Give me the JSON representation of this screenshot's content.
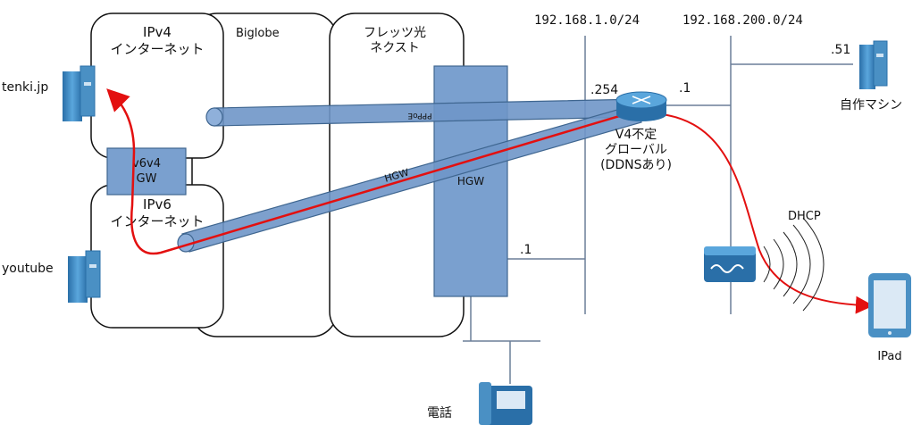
{
  "clouds": {
    "ipv4_internet": {
      "line1": "IPv4",
      "line2": "インターネット"
    },
    "ipv6_internet": {
      "line1": "IPv6",
      "line2": "インターネット"
    },
    "biglobe": "Biglobe",
    "flets": {
      "line1": "フレッツ光",
      "line2": "ネクスト"
    }
  },
  "gateway": {
    "line1": "v6v4",
    "line2": "GW"
  },
  "hgw": {
    "label": "HGW"
  },
  "tunnels": {
    "upper_text": "PPPoE",
    "lower_text": "HGW"
  },
  "networks": {
    "lan1": "192.168.1.0/24",
    "lan2": "192.168.200.0/24"
  },
  "addresses": {
    "router_hgw_side": ".254",
    "router_lan_side": ".1",
    "hgw_lan": ".1",
    "server": ".51"
  },
  "router": {
    "line1": "V4不定",
    "line2": "グローバル",
    "line3": "(DDNSあり)"
  },
  "devices": {
    "tenki": "tenki.jp",
    "youtube": "youtube",
    "my_machine": "自作マシン",
    "phone": "電話",
    "ipad": "IPad"
  },
  "wifi": {
    "label": "DHCP"
  },
  "colors": {
    "tube": "#6f96c8",
    "tube_stroke": "#3f6690",
    "path": "#e31010",
    "device": "#4a90c4",
    "line": "#6b7f99"
  }
}
